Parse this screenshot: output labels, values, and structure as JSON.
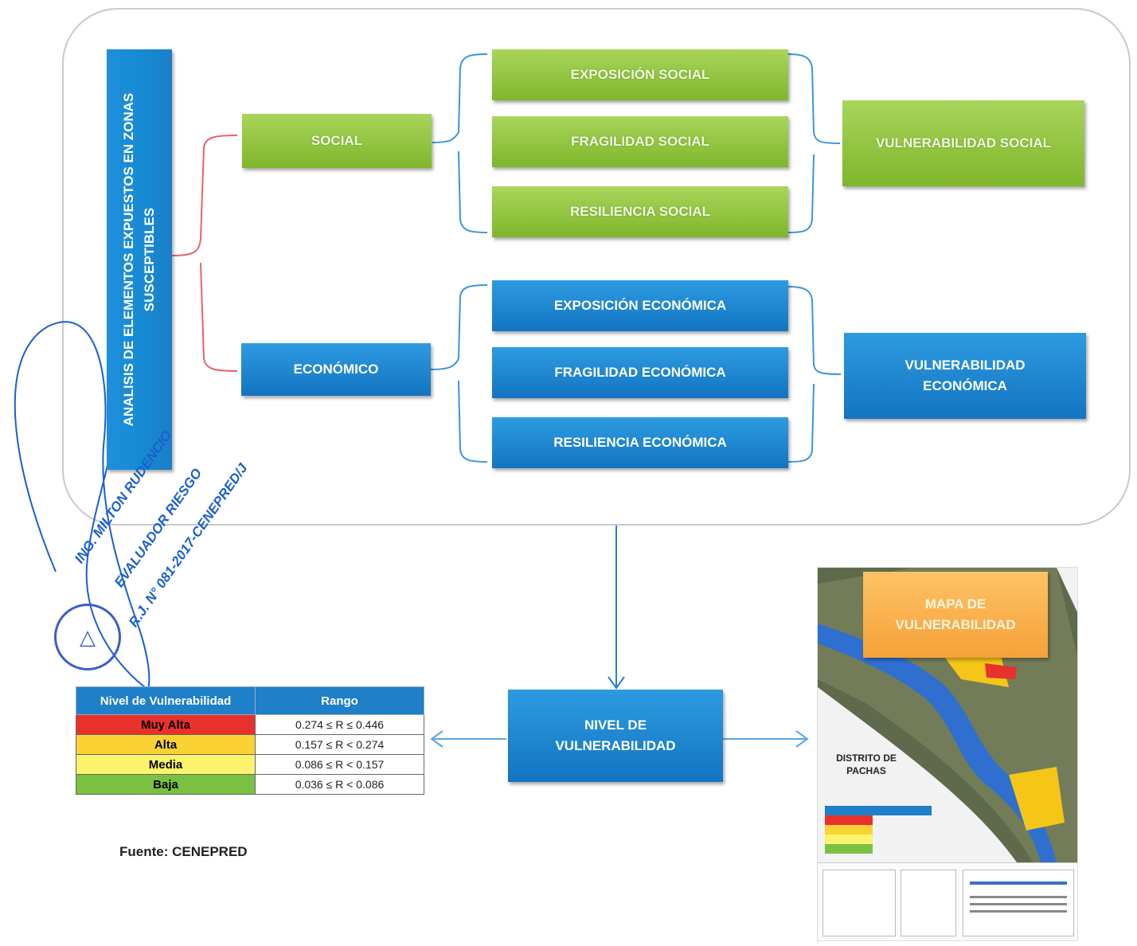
{
  "main_box": {
    "vertical_title": "ANALISIS DE ELEMENTOS EXPUESTOS EN ZONAS SUSCEPTIBLES"
  },
  "social": {
    "label": "SOCIAL",
    "items": [
      "EXPOSICIÓN SOCIAL",
      "FRAGILIDAD SOCIAL",
      "RESILIENCIA SOCIAL"
    ],
    "result": "VULNERABILIDAD SOCIAL"
  },
  "economico": {
    "label": "ECONÓMICO",
    "items": [
      "EXPOSICIÓN ECONÓMICA",
      "FRAGILIDAD ECONÓMICA",
      "RESILIENCIA ECONÓMICA"
    ],
    "result": "VULNERABILIDAD ECONÓMICA"
  },
  "nivel_box": "NIVEL DE VULNERABILIDAD",
  "legend": {
    "headers": [
      "Nivel de Vulnerabilidad",
      "Rango"
    ],
    "rows": [
      {
        "level": "Muy Alta",
        "range": "0.274 ≤ R ≤ 0.446",
        "color": "#e8312c"
      },
      {
        "level": "Alta",
        "range": "0.157 ≤ R < 0.274",
        "color": "#fad233"
      },
      {
        "level": "Media",
        "range": "0.086 ≤ R < 0.157",
        "color": "#fbf36c"
      },
      {
        "level": "Baja",
        "range": "0.036 ≤ R < 0.086",
        "color": "#7ac142"
      }
    ]
  },
  "source": "Fuente: CENEPRED",
  "map": {
    "title": "MAPA DE VULNERABILIDAD",
    "district": "DISTRITO DE PACHAS"
  },
  "stamp": {
    "line1": "ING. MILTON RUDENCIO",
    "line2": "EVALUADOR RIESGO",
    "line3": "R.J. N° 081-2017-CENEPRED/J"
  },
  "colors": {
    "green": "#8cc33a",
    "blue": "#1a86d2",
    "orange": "#f7a940",
    "bracket_red": "#e8636b",
    "bracket_blue": "#3a95dc"
  }
}
